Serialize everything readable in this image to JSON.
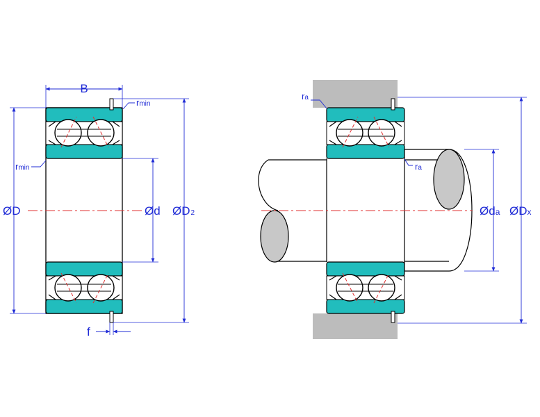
{
  "left_view": {
    "width_label": "B",
    "outer_dia_label": "ØD",
    "bore_label": "Ød",
    "d2": {
      "main": "ØD",
      "sub": "2"
    },
    "rmin_top": {
      "main": "r",
      "sub": "min"
    },
    "rmin_left": {
      "main": "r",
      "sub": "min"
    },
    "f_label": "f"
  },
  "right_view": {
    "ra_top": {
      "main": "r",
      "sub": "a"
    },
    "ra_right": {
      "main": "r",
      "sub": "a"
    },
    "da": {
      "main": "Ød",
      "sub": "a"
    },
    "dx": {
      "main": "ØD",
      "sub": "x"
    }
  },
  "colors": {
    "ring_fill": "#21bdbd",
    "dimension_line": "#1f2bd6",
    "centerline": "#e03030",
    "housing_fill": "#bcbcbc",
    "shaft_end_fill": "#c8c8c8"
  }
}
